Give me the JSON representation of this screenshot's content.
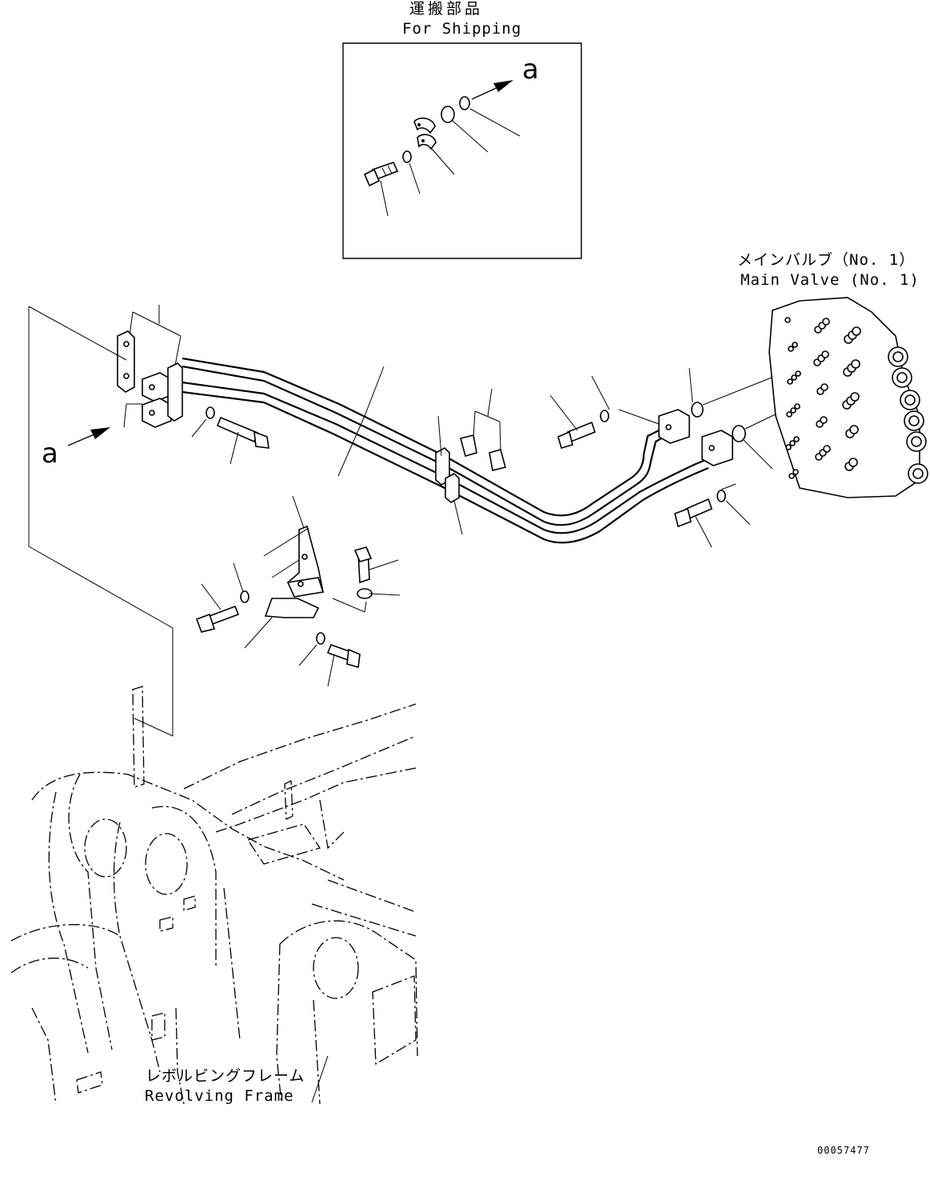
{
  "labels": {
    "shipping_jp": "運搬部品",
    "shipping_en": "For Shipping",
    "arrow_a_top": "a",
    "arrow_a_left": "a",
    "main_valve_jp": "メインバルブ（No. 1）",
    "main_valve_en": "Main Valve (No. 1)",
    "revolving_frame_jp": "レボルビングフレーム",
    "revolving_frame_en": "Revolving Frame",
    "drawing_code": "00057477"
  }
}
